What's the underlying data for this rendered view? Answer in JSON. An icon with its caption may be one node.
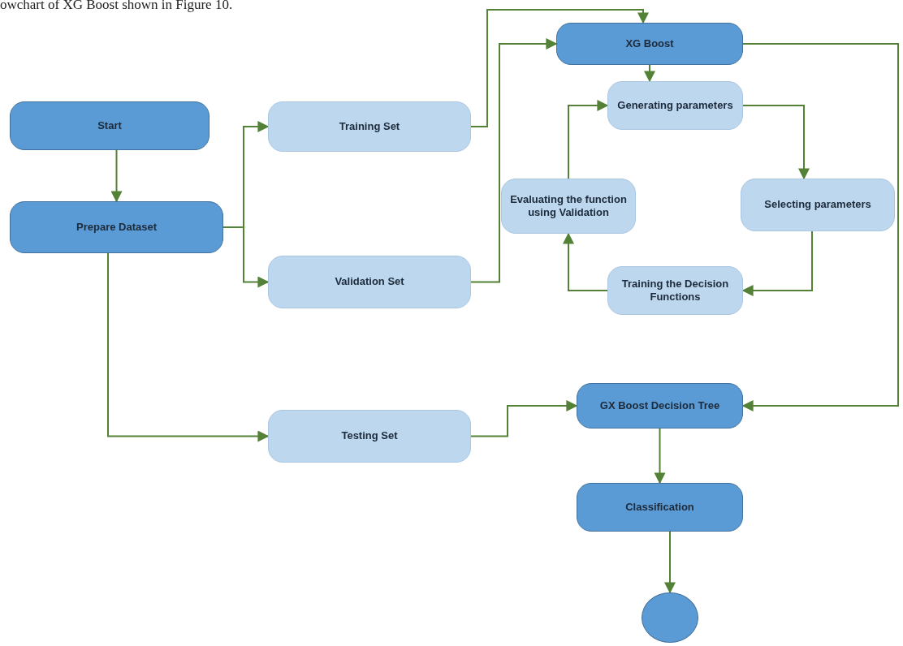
{
  "diagram": {
    "nodes": [
      {
        "text": [
          "Start"
        ]
      },
      {
        "text": [
          "Prepare Dataset"
        ]
      },
      {
        "text": [
          "Training Set"
        ]
      },
      {
        "text": [
          "Validation Set"
        ]
      },
      {
        "text": [
          "XG Boost"
        ]
      },
      {
        "text": [
          "Generating parameters"
        ]
      },
      {
        "text": [
          "Selecting parameters"
        ]
      },
      {
        "text": [
          "Training the Decision Functions"
        ]
      },
      {
        "text": [
          "Evaluating the function using Validation"
        ]
      },
      {
        "text": [
          "Testing Set"
        ]
      },
      {
        "text": [
          "GX Boost Decision Tree"
        ]
      },
      {
        "text": [
          "Classification"
        ]
      },
      {
        "text": [],
        "shape": "circle"
      }
    ],
    "edges": [
      {
        "from": 0,
        "to": 1,
        "arrow": "to"
      },
      {
        "from": 1,
        "to": 2,
        "arrow": "to"
      },
      {
        "from": 1,
        "to": 3,
        "arrow": "to"
      },
      {
        "from": 1,
        "to": 9,
        "arrow": "to"
      },
      {
        "from": 2,
        "to": 4,
        "arrow": "to"
      },
      {
        "from": 3,
        "to": 4,
        "arrow": "to"
      },
      {
        "from": 4,
        "to": 5,
        "arrow": "to"
      },
      {
        "from": 5,
        "to": 6,
        "arrow": "to"
      },
      {
        "from": 6,
        "to": 7,
        "arrow": "to"
      },
      {
        "from": 7,
        "to": 8,
        "arrow": "to"
      },
      {
        "from": 8,
        "to": 5,
        "arrow": "to"
      },
      {
        "from": 4,
        "to": 10,
        "arrow": "to"
      },
      {
        "from": 9,
        "to": 10,
        "arrow": "to"
      },
      {
        "from": 10,
        "to": 11,
        "arrow": "to"
      },
      {
        "from": 11,
        "to": 12,
        "arrow": "to"
      }
    ],
    "labels": [
      "owchart of XG Boost shown in Figure 10."
    ]
  }
}
